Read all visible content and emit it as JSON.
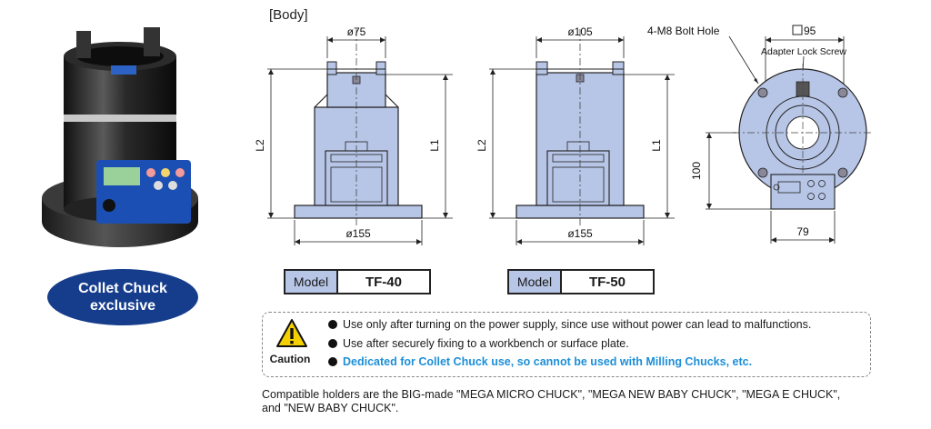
{
  "badge": {
    "line1": "Collet Chuck",
    "line2": "exclusive"
  },
  "section_label": "[Body]",
  "tf40": {
    "top_dim": "ø75",
    "base_dim": "ø155",
    "l2": "L2",
    "l1": "L1",
    "model_label": "Model",
    "model_value": "TF-40"
  },
  "tf50": {
    "top_dim": "ø105",
    "base_dim": "ø155",
    "l2": "L2",
    "l1": "L1",
    "model_label": "Model",
    "model_value": "TF-50"
  },
  "top_view": {
    "bolt_hole": "4-M8 Bolt Hole",
    "square_dim": "95",
    "lock_screw": "Adapter Lock Screw",
    "height_dim": "100",
    "width_dim": "79"
  },
  "caution": {
    "word": "Caution",
    "lines": [
      "Use only after turning on the power supply, since use without power can lead to malfunctions.",
      "Use after securely fixing to a workbench or surface plate.",
      "Dedicated for Collet Chuck use, so cannot be used with Milling Chucks, etc."
    ],
    "highlight_color": "#1d8fd8"
  },
  "compat": {
    "line1": "Compatible holders are the BIG-made \"MEGA MICRO CHUCK\", \"MEGA NEW BABY CHUCK\", \"MEGA E CHUCK\",",
    "line2": "and \"NEW BABY CHUCK\"."
  },
  "colors": {
    "body_fill": "#b7c5e6",
    "badge_fill": "#163d8c"
  }
}
